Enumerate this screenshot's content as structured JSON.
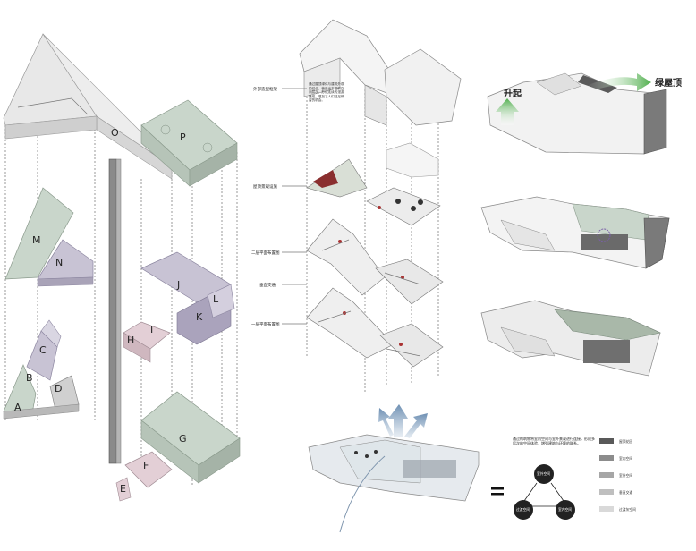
{
  "zone_labels": {
    "a": "A",
    "b": "B",
    "c": "C",
    "d": "D",
    "e": "E",
    "f": "F",
    "g": "G",
    "h": "H",
    "i": "I",
    "j": "J",
    "k": "K",
    "l": "L",
    "m": "M",
    "n": "N",
    "o": "O",
    "p": "P"
  },
  "exploded_annotations": {
    "roof": "外部造型框架",
    "roof_garden": "屋顶景观设施",
    "second_floor": "二层平面布置图",
    "vertical_traffic": "垂直交通",
    "first_floor": "一层平面布置图"
  },
  "description_text": "通过屋顶绿化与建筑外观的结合，营造出丰富的空间层次，形成连续的漫游路线，增加了人们驻足停留的机会。",
  "massing": {
    "rise_label": "升起",
    "green_roof_label": "绿屋顶"
  },
  "legend": {
    "intro": "通过构筑物将室内空间与室外景观进行连接，形成多层次的空间体验，增强建筑与环境的联系。",
    "circle_top": "室外空间",
    "circle_left": "过渡空间",
    "circle_right": "室内空间",
    "items": [
      {
        "label": "屋顶花园",
        "color": "#595959"
      },
      {
        "label": "室内空间",
        "color": "#8c8c8c"
      },
      {
        "label": "室外空间",
        "color": "#a6a6a6"
      },
      {
        "label": "垂直交通",
        "color": "#bfbfbf"
      },
      {
        "label": "过渡灰空间",
        "color": "#d9d9d9"
      }
    ]
  },
  "colors": {
    "accent_green": "#5fb85a",
    "zone_green": "#c9d6cb",
    "zone_purple": "#c8c3d4",
    "zone_pink": "#e3cfd6",
    "dark_gray": "#6a6a6a"
  }
}
